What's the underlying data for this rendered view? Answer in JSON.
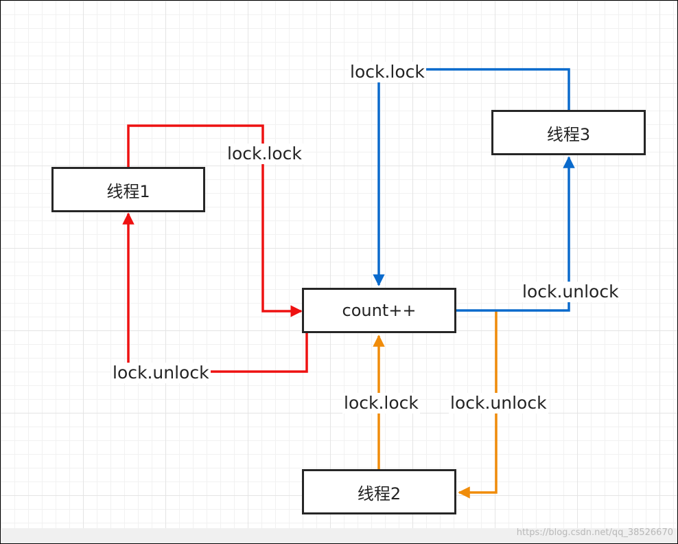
{
  "nodes": {
    "thread1": "线程1",
    "thread2": "线程2",
    "thread3": "线程3",
    "critical": "count++"
  },
  "labels": {
    "t1_lock": "lock.lock",
    "t1_unlock": "lock.unlock",
    "t2_lock": "lock.lock",
    "t2_unlock": "lock.unlock",
    "t3_lock": "lock.lock",
    "t3_unlock": "lock.unlock"
  },
  "colors": {
    "thread1": "#ee1111",
    "thread2": "#f08c0a",
    "thread3": "#0a6acc"
  },
  "watermark": "https://blog.csdn.net/qq_38526670"
}
